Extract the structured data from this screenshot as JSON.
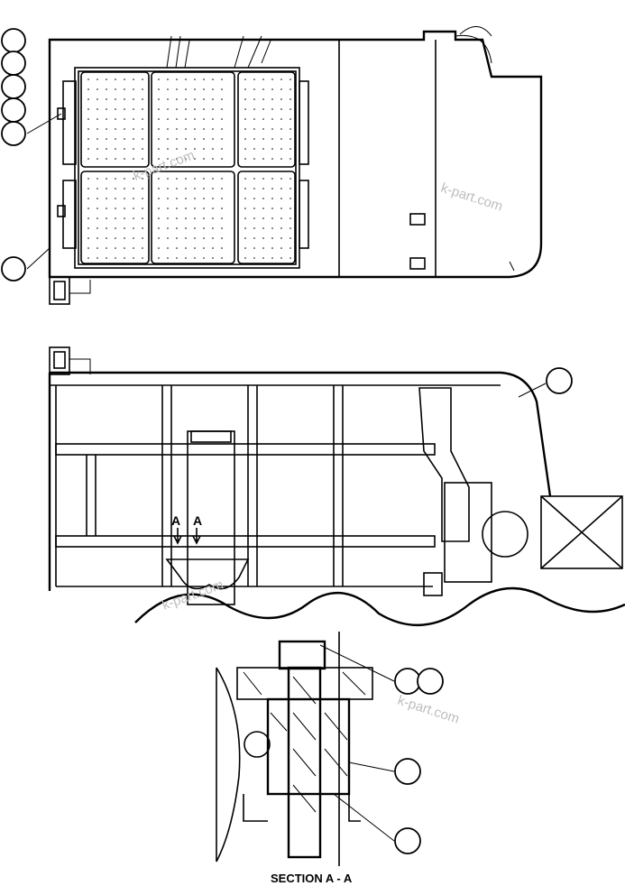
{
  "drawing": {
    "section_marks": [
      "A",
      "A"
    ],
    "section_title": "SECTION A - A",
    "watermarks": [
      "k-part.com",
      "k-part.com",
      "k-part.com",
      "k-part.com"
    ]
  },
  "callout_count": 11
}
